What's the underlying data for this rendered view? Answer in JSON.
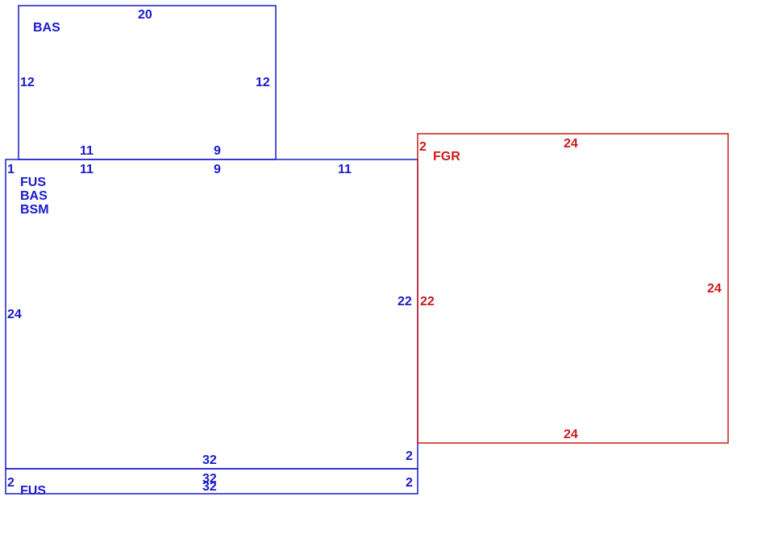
{
  "colors": {
    "structure": "#1a1acc",
    "garage": "#cc1a1a"
  },
  "areas": {
    "upper_bas": {
      "code": "BAS",
      "top": "20",
      "left": "12",
      "right": "12",
      "bottom_left": "11",
      "bottom_right": "9"
    },
    "main": {
      "codes": [
        "FUS",
        "BAS",
        "BSM"
      ],
      "corner": "1",
      "top_left": "11",
      "top_mid": "9",
      "top_right": "11",
      "left": "24",
      "right": "22",
      "bottom": "32",
      "bottom_right": "2"
    },
    "strip": {
      "code": "FUS",
      "left": "2",
      "right": "2",
      "top": "32",
      "bottom": "32"
    },
    "garage": {
      "code": "FGR",
      "corner": "2",
      "top": "24",
      "left": "22",
      "right": "24",
      "bottom": "24"
    }
  }
}
